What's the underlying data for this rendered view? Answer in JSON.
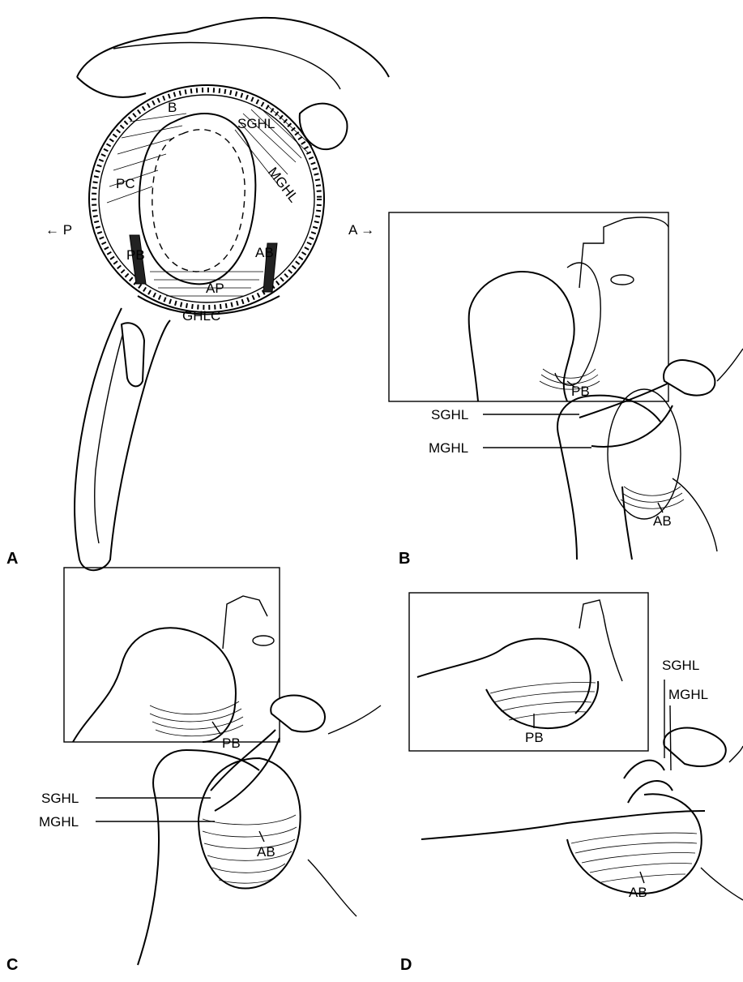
{
  "panels": {
    "A": {
      "letter": "A",
      "labels": {
        "b": "B",
        "sghl": "SGHL",
        "mghl": "MGHL",
        "pc": "PC",
        "pb": "PB",
        "ab": "AB",
        "ap": "AP",
        "ghlc": "GHLC"
      },
      "orientation": {
        "posterior": "← P",
        "anterior": "A →"
      }
    },
    "B": {
      "letter": "B",
      "labels": {
        "pb": "PB",
        "sghl": "SGHL",
        "mghl": "MGHL",
        "ab": "AB"
      }
    },
    "C": {
      "letter": "C",
      "labels": {
        "pb": "PB",
        "sghl": "SGHL",
        "mghl": "MGHL",
        "ab": "AB"
      }
    },
    "D": {
      "letter": "D",
      "labels": {
        "sghl": "SGHL",
        "mghl": "MGHL",
        "pb": "PB",
        "ab": "AB"
      }
    }
  }
}
